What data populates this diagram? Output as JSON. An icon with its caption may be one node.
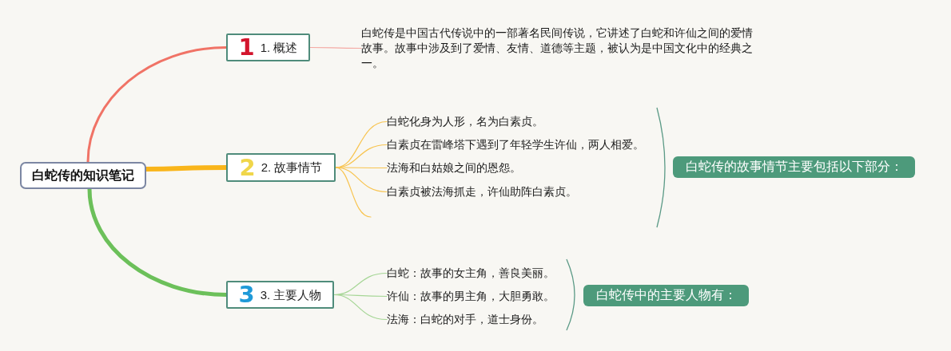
{
  "diagram": {
    "nodes": [
      {
        "text": [
          "白蛇传的知识笔记"
        ]
      },
      {
        "text": [
          "1",
          "1. 概述"
        ]
      },
      {
        "text": [
          "白蛇传是中国古代传说中的一部著名民间传说，它讲述了白蛇和许仙之间的爱情故事。故事中涉及到了爱情、友情、道德等主题，被认为是中国文化中的经典之一。"
        ]
      },
      {
        "text": [
          "2",
          "2. 故事情节"
        ]
      },
      {
        "text": [
          "白蛇化身为人形，名为白素贞。"
        ]
      },
      {
        "text": [
          "白素贞在雷峰塔下遇到了年轻学生许仙，两人相爱。"
        ]
      },
      {
        "text": [
          "法海和白姑娘之间的恩怨。"
        ]
      },
      {
        "text": [
          "白素贞被法海抓走，许仙助阵白素贞。"
        ]
      },
      {
        "text": [
          "白蛇传的故事情节主要包括以下部分："
        ]
      },
      {
        "text": [
          "3",
          "3. 主要人物"
        ]
      },
      {
        "text": [
          "白蛇：故事的女主角，善良美丽。"
        ]
      },
      {
        "text": [
          "许仙：故事的男主角，大胆勇敢。"
        ]
      },
      {
        "text": [
          "法海：白蛇的对手，道士身份。"
        ]
      },
      {
        "text": [
          "白蛇传中的主要人物有："
        ]
      }
    ],
    "edges": [
      {
        "from": 0,
        "to": 1,
        "arrow": "none",
        "style": "thick",
        "color": "#f07366"
      },
      {
        "from": 0,
        "to": 3,
        "arrow": "none",
        "style": "thick",
        "color": "#f9b51a"
      },
      {
        "from": 0,
        "to": 9,
        "arrow": "none",
        "style": "thick",
        "color": "#6cc05a"
      },
      {
        "from": 1,
        "to": 2,
        "arrow": "none",
        "color": "#f4aaa4"
      },
      {
        "from": 3,
        "to": 4,
        "arrow": "none",
        "color": "#f8c44f"
      },
      {
        "from": 3,
        "to": 5,
        "arrow": "none",
        "color": "#f8c44f"
      },
      {
        "from": 3,
        "to": 6,
        "arrow": "none",
        "color": "#f8c44f"
      },
      {
        "from": 3,
        "to": 7,
        "arrow": "none",
        "color": "#f8c44f"
      },
      {
        "from": 3,
        "to": null,
        "arrow": "none",
        "color": "#f8c44f"
      },
      {
        "from": 9,
        "to": 10,
        "arrow": "none",
        "color": "#a6d696"
      },
      {
        "from": 9,
        "to": 11,
        "arrow": "none",
        "color": "#a6d696"
      },
      {
        "from": 9,
        "to": 12,
        "arrow": "none",
        "color": "#a6d696"
      }
    ]
  }
}
